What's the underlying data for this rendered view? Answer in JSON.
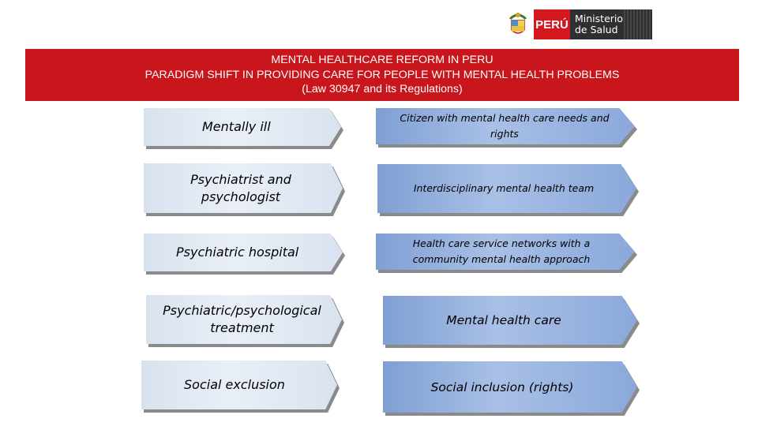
{
  "logo": {
    "country": "PERÚ",
    "ministry_line1": "Ministerio",
    "ministry_line2": "de Salud"
  },
  "banner": {
    "line1": "MENTAL HEALTHCARE REFORM IN PERU",
    "line2": "PARADIGM SHIFT IN PROVIDING CARE FOR PEOPLE WITH MENTAL HEALTH PROBLEMS",
    "line3": "(Law 30947 and its Regulations)"
  },
  "rows": [
    {
      "from": "Mentally ill",
      "to": "Citizen with mental health care needs and rights"
    },
    {
      "from": "Psychiatrist and psychologist",
      "to": "Interdisciplinary mental health team"
    },
    {
      "from": "Psychiatric hospital",
      "to": "Health care service networks with a community mental health approach"
    },
    {
      "from": "Psychiatric/psychological treatment",
      "to": "Mental health care"
    },
    {
      "from": "Social exclusion",
      "to": "Social inclusion (rights)"
    }
  ]
}
